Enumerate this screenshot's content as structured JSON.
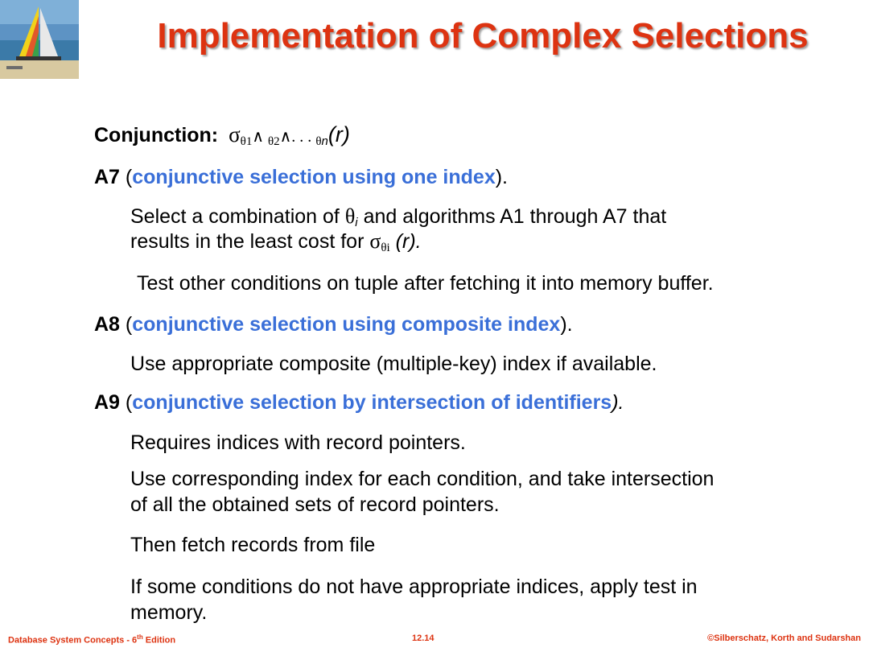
{
  "title": "Implementation of Complex Selections",
  "conjunction": {
    "label": "Conjunction:",
    "expr_sigma": "σ",
    "sub_1": "θ1",
    "and_1": "∧ ",
    "sub_2": "θ2",
    "and_2": "∧. . . ",
    "sub_n_theta": "θ",
    "sub_n": "n",
    "arg": "(r)"
  },
  "a7": {
    "label": "A7",
    "open": " (",
    "desc": "conjunctive selection using one index",
    "close": ").",
    "p1_a": "Select a combination of ",
    "p1_theta": "θ",
    "p1_i": "i",
    "p1_b": " and algorithms A1 through A7 that",
    "p1_line2": "results in the least cost for ",
    "p1_sigma": "σ",
    "p1_sub": "θi",
    "p1_arg": " (r).",
    "p2": "Test other conditions on tuple after fetching it into memory buffer."
  },
  "a8": {
    "label": "A8",
    "open": " (",
    "desc": "conjunctive selection using composite index",
    "close": ").",
    "p1": "Use appropriate composite (multiple-key) index if available."
  },
  "a9": {
    "label": "A9",
    "open": " (",
    "desc": "conjunctive selection by intersection of identifiers",
    "close": ").",
    "p1": "Requires indices with record pointers.",
    "p2_line1": "Use corresponding index for each condition, and take intersection",
    "p2_line2": "of all the obtained sets of record pointers.",
    "p3": "Then fetch records from file",
    "p4_line1": "If some conditions do not have appropriate indices, apply test in",
    "p4_line2": "memory."
  },
  "footer": {
    "left_a": "Database System Concepts - 6",
    "left_sup": "th",
    "left_b": " Edition",
    "center": "12.14",
    "right": "©Silberschatz, Korth and Sudarshan"
  },
  "colors": {
    "title": "#dd3311",
    "highlight": "#3a6fd8",
    "footer": "#dd3311"
  }
}
